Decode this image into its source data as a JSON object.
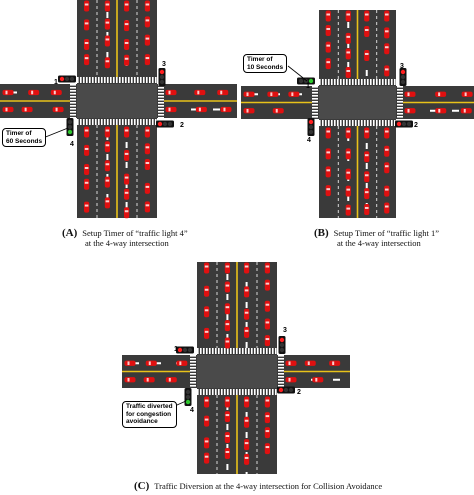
{
  "panels": {
    "a": {
      "letter": "(A)",
      "caption_line1": "Setup Timer of “traffic light 4”",
      "caption_line2": "at the 4-way intersection",
      "callout": "Timer of\n60 Seconds",
      "light_labels": [
        "1",
        "2",
        "3",
        "4"
      ]
    },
    "b": {
      "letter": "(B)",
      "caption_line1": "Setup Timer of “traffic light 1”",
      "caption_line2": "at the 4-way intersection",
      "callout": "Timer of\n10 Seconds",
      "light_labels": [
        "1",
        "2",
        "3",
        "4"
      ]
    },
    "c": {
      "letter": "(C)",
      "caption_line1": "Traffic Diversion at the 4-way intersection for Collision Avoidance",
      "callout": "Traffic diverted\nfor congestion\navoidance",
      "light_labels": [
        "1",
        "2",
        "3",
        "4"
      ]
    }
  },
  "colors": {
    "road": "#3a3a3a",
    "center_line": "#e8c21a",
    "car": "#e01010",
    "light_red": "#ff2020",
    "light_green": "#2ec82e",
    "crosswalk": "#ffffff"
  }
}
